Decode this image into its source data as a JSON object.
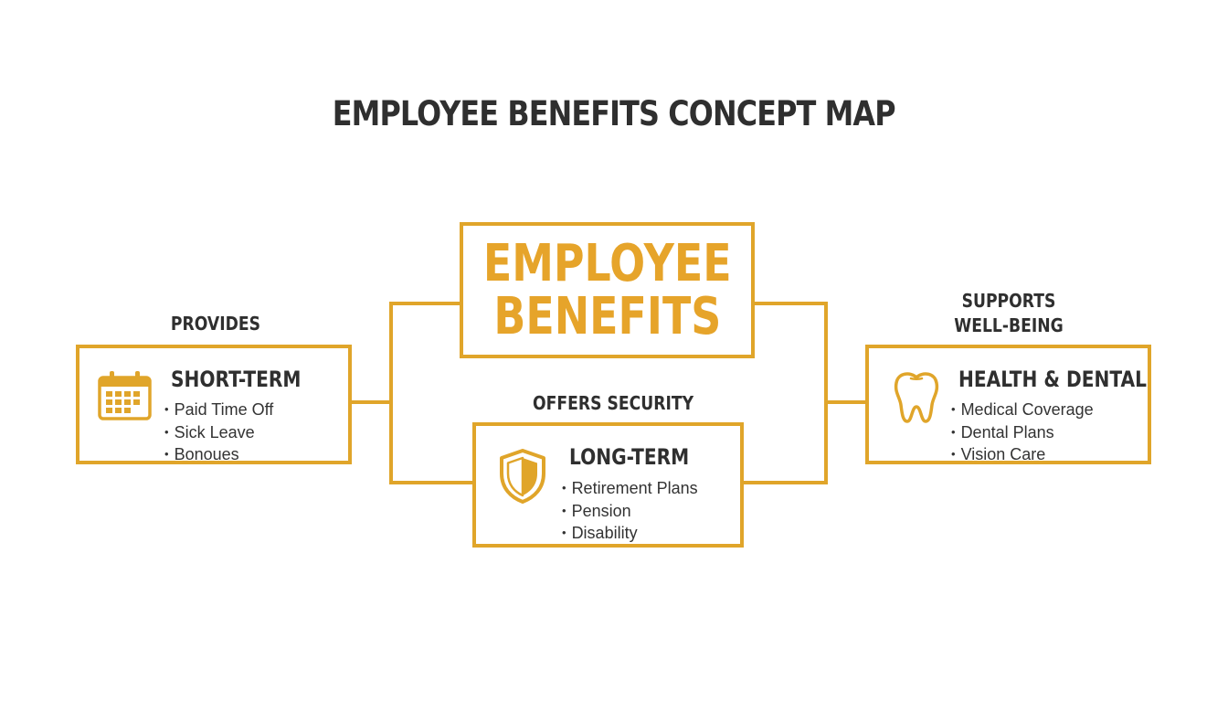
{
  "title": "EMPLOYEE BENEFITS CONCEPT MAP",
  "colors": {
    "accent": "#e0a52a",
    "text": "#2f2f2f",
    "background": "#ffffff"
  },
  "center": {
    "line1": "EMPLOYEE",
    "line2": "BENEFITS"
  },
  "nodes": {
    "short_term": {
      "relation": "PROVIDES",
      "title": "SHORT-TERM",
      "icon": "calendar-icon",
      "items": [
        "Paid Time Off",
        "Sick Leave",
        "Bonoues"
      ]
    },
    "long_term": {
      "relation": "OFFERS SECURITY",
      "title": "LONG-TERM",
      "icon": "shield-icon",
      "items": [
        "Retirement Plans",
        "Pension",
        "Disability"
      ]
    },
    "health": {
      "relation_line1": "SUPPORTS",
      "relation_line2": "WELL-BEING",
      "title": "HEALTH & DENTAL",
      "icon": "tooth-icon",
      "items": [
        "Medical Coverage",
        "Dental Plans",
        "Vision Care"
      ]
    }
  }
}
